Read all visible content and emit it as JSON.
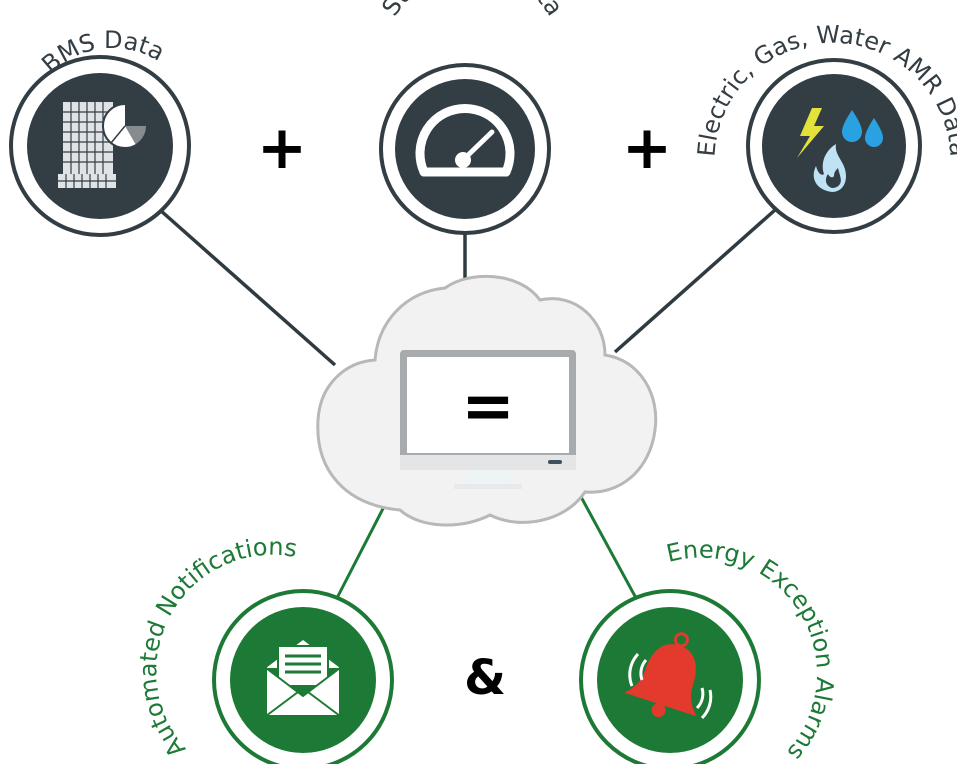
{
  "colors": {
    "dark_circle": "#333d44",
    "green_circle": "#1d7a36",
    "input_line": "#2f3a41",
    "output_line": "#1d7a36",
    "bolt": "#e3e23a",
    "water": "#2aa1e0",
    "flame": "#bfe3f5",
    "bell": "#e23a2c",
    "cloud_fill": "#f2f2f2",
    "cloud_stroke": "#b8b8b8"
  },
  "inputs": {
    "bms": {
      "label": "BMS Data",
      "icon": "building-chart-icon"
    },
    "sub_meter": {
      "label": "Sub Meter Data",
      "icon": "gauge-icon"
    },
    "amr": {
      "label": "Electric, Gas, Water AMR Data",
      "icon": "utilities-icon"
    }
  },
  "operators": {
    "plus_1": "+",
    "plus_2": "+",
    "equals": "=",
    "ampersand": "&"
  },
  "center": {
    "icon": "monitor-icon"
  },
  "outputs": {
    "notifications": {
      "label": "Automated Notifications",
      "icon": "envelope-icon"
    },
    "alarms": {
      "label": "Energy Exception Alarms",
      "icon": "bell-icon"
    }
  }
}
